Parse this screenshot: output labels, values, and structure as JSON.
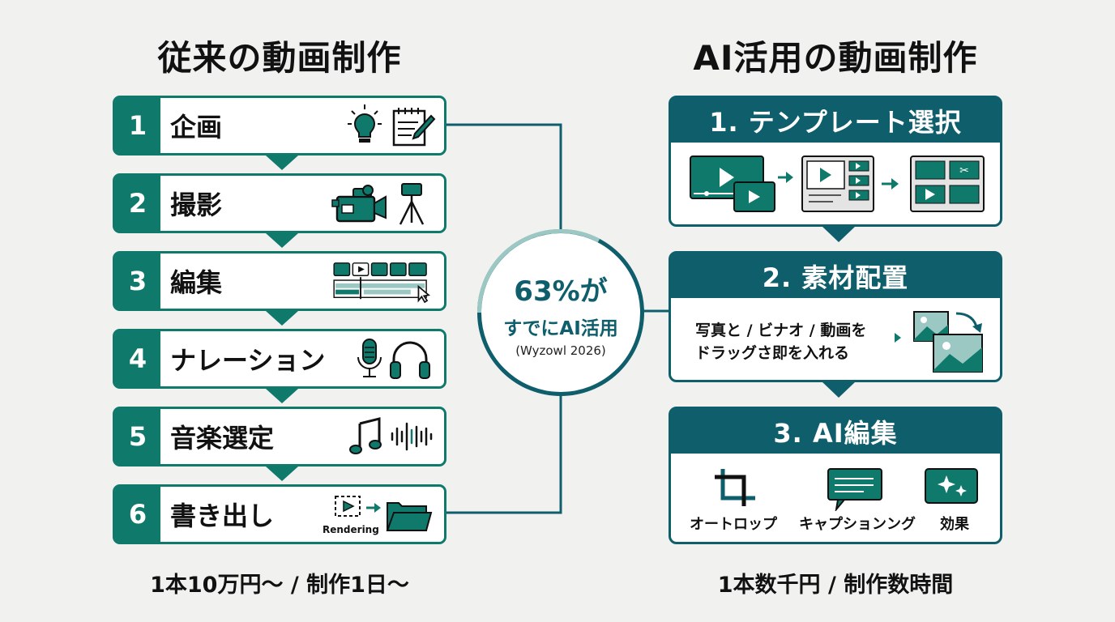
{
  "left": {
    "heading": "従来の動画制作",
    "steps": [
      {
        "num": "1",
        "label": "企画"
      },
      {
        "num": "2",
        "label": "撮影"
      },
      {
        "num": "3",
        "label": "編集"
      },
      {
        "num": "4",
        "label": "ナレーション"
      },
      {
        "num": "5",
        "label": "音楽選定"
      },
      {
        "num": "6",
        "label": "書き出し",
        "icon_caption": "Rendering"
      }
    ],
    "footer": "1本10万円〜 / 制作1日〜"
  },
  "center": {
    "stat": "63%が",
    "text": "すでにAI活用",
    "source": "(Wyzowl 2026)"
  },
  "right": {
    "heading": "AI活用の動画制作",
    "panels": [
      {
        "title": "1. テンプレート選択"
      },
      {
        "title": "2. 素材配置",
        "text_line1": "写真と / ビナオ / 動画を",
        "text_line2": "ドラッグさ即を入れる"
      },
      {
        "title": "3. AI編集",
        "features": [
          "オートロップ",
          "キャプションング",
          "効果"
        ]
      }
    ],
    "footer": "1本数千円 / 制作数時間"
  },
  "colors": {
    "teal": "#0f7a6c",
    "dark_teal": "#0f5e6c",
    "light_teal": "#9cc8c4",
    "background": "#f1f1f0"
  },
  "icons": {
    "step1": [
      "lightbulb-icon",
      "notepad-pencil-icon"
    ],
    "step2": [
      "video-camera-icon",
      "tripod-camera-icon"
    ],
    "step3": [
      "timeline-editor-icon"
    ],
    "step4": [
      "microphone-icon",
      "headphones-icon"
    ],
    "step5": [
      "music-note-icon",
      "sound-wave-icon"
    ],
    "step6": [
      "render-play-icon",
      "folder-icon"
    ]
  }
}
